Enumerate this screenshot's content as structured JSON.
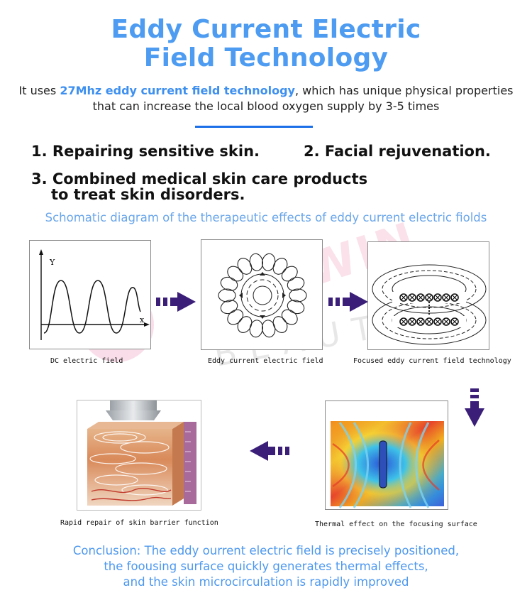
{
  "header": {
    "title_line1": "Eddy Current Electric",
    "title_line2": "Field Technology"
  },
  "intro": {
    "prefix": "It uses ",
    "highlight": "27Mhz eddy current field technology",
    "suffix": ", which has unique physical properties",
    "line2": "that can increase the local blood oxygen supply by 3-5 times"
  },
  "benefits": {
    "item1": "1. Repairing sensitive skin.",
    "item2": "2. Facial rejuvenation.",
    "item3_line1": "3. Combined medical skin care products",
    "item3_line2": "to treat skin disorders."
  },
  "diagram": {
    "title": "Schomatic diagram of the therapeutic effects of eddy current electric fiolds",
    "panel1": {
      "caption": "DC electric  field",
      "y_label": "Y",
      "x_label": "x"
    },
    "panel2": {
      "caption": "Eddy current electric field"
    },
    "panel3": {
      "caption": "Focused eddy current field technology"
    },
    "panel4": {
      "caption": "Thermal effect on the focusing surface"
    },
    "panel5": {
      "caption": "Rapid repair of skin barrier function"
    },
    "arrow_color": "#3a1e78"
  },
  "watermark": {
    "brand": "SOLWIN",
    "sub": "BEAUTY"
  },
  "conclusion": {
    "line1": "Conclusion: The eddy ourrent electric field is precisely positioned,",
    "line2": "the foousing surface quickly generates thermal effects,",
    "line3": "and the skin microcirculation is rapidly improved"
  }
}
